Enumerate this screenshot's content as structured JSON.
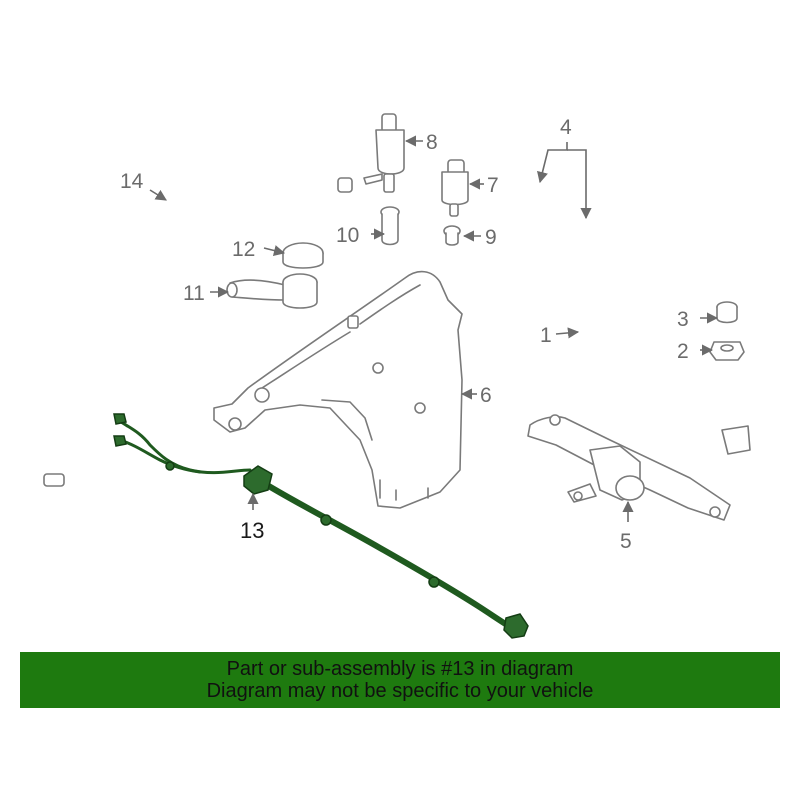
{
  "callouts": {
    "c1": "1",
    "c2": "2",
    "c3": "3",
    "c4": "4",
    "c5": "5",
    "c6": "6",
    "c7": "7",
    "c8": "8",
    "c9": "9",
    "c10": "10",
    "c11": "11",
    "c12": "12",
    "c13": "13",
    "c14": "14"
  },
  "highlighted_part": "13",
  "colors": {
    "highlight": "#2d6b2d",
    "banner": "#1e7a0f",
    "outline": "#7a7a7a"
  },
  "banner": {
    "line1": "Part or sub-assembly is #13 in diagram",
    "line2": "Diagram may not be specific to your vehicle"
  }
}
